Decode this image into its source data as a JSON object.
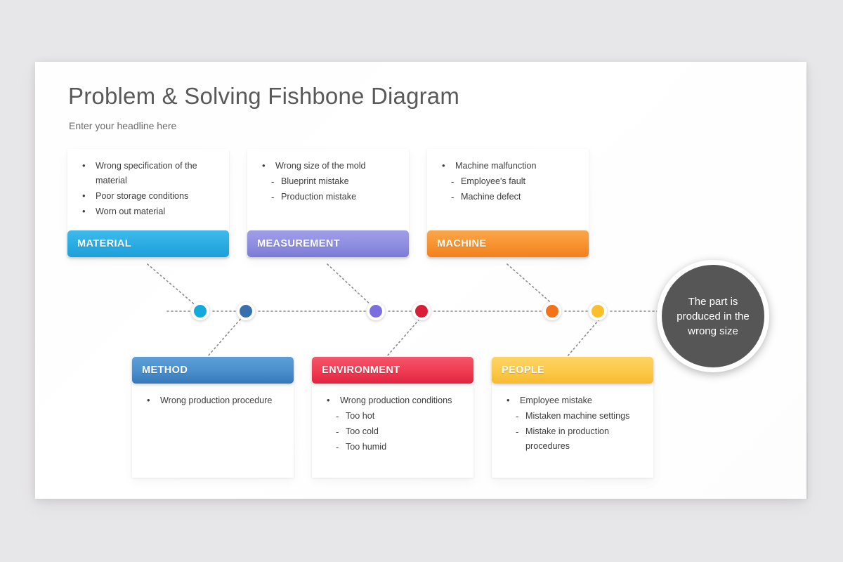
{
  "slide": {
    "title": "Problem & Solving Fishbone Diagram",
    "subtitle": "Enter your headline here",
    "background_color": "#e7e6e8",
    "surface_color": "#ffffff"
  },
  "head": {
    "text": "The part is produced in the wrong size",
    "color": "#565656",
    "ring_color": "#ffffff"
  },
  "categories": {
    "top": [
      {
        "label": "MATERIAL",
        "color": "#29abe2",
        "color_dark": "#1a9ad4",
        "dot_color": "#14a9dd",
        "items": [
          {
            "level": 1,
            "text": "Wrong specification of the material"
          },
          {
            "level": 1,
            "text": "Poor storage conditions"
          },
          {
            "level": 1,
            "text": "Worn out material"
          }
        ]
      },
      {
        "label": "MEASUREMENT",
        "color": "#8e8ee0",
        "color_dark": "#6f6fd2",
        "dot_color": "#7b6fe0",
        "items": [
          {
            "level": 1,
            "text": "Wrong size of the mold"
          },
          {
            "level": 2,
            "text": "Blueprint mistake"
          },
          {
            "level": 2,
            "text": "Production mistake"
          }
        ]
      },
      {
        "label": "MACHINE",
        "color": "#f79433",
        "color_dark": "#f07c18",
        "dot_color": "#f4731a",
        "items": [
          {
            "level": 1,
            "text": "Machine malfunction"
          },
          {
            "level": 2,
            "text": "Employee's fault"
          },
          {
            "level": 2,
            "text": "Machine defect"
          }
        ]
      }
    ],
    "bottom": [
      {
        "label": "METHOD",
        "color": "#4a8ecb",
        "color_dark": "#2f6fb0",
        "dot_color": "#3a6fad",
        "items": [
          {
            "level": 1,
            "text": "Wrong production procedure"
          }
        ]
      },
      {
        "label": "ENVIRONMENT",
        "color": "#ef3b52",
        "color_dark": "#d81e3c",
        "dot_color": "#d91f35",
        "items": [
          {
            "level": 1,
            "text": "Wrong production conditions"
          },
          {
            "level": 2,
            "text": "Too hot"
          },
          {
            "level": 2,
            "text": "Too cold"
          },
          {
            "level": 2,
            "text": "Too humid"
          }
        ]
      },
      {
        "label": "PEOPLE",
        "color": "#fbc94a",
        "color_dark": "#f6b526",
        "dot_color": "#fbbf2b",
        "items": [
          {
            "level": 1,
            "text": "Employee mistake"
          },
          {
            "level": 2,
            "text": "Mistaken machine settings"
          },
          {
            "level": 2,
            "text": "Mistake in production procedures"
          }
        ]
      }
    ]
  },
  "spine": {
    "dot_colors": [
      "#14a9dd",
      "#3a6fad",
      "#7b6fe0",
      "#d91f35",
      "#f4731a",
      "#fbbf2b"
    ],
    "line_color": "#8a8a8a"
  }
}
